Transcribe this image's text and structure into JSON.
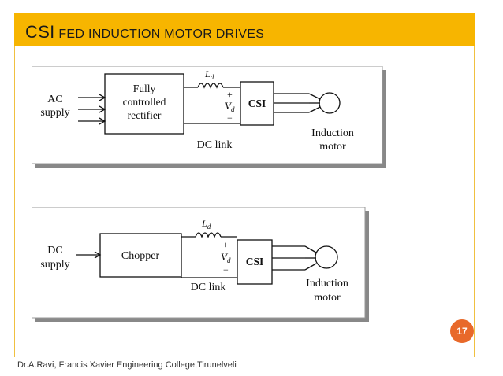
{
  "slide": {
    "title_part1": "CSI",
    "title_part2": "FED INDUCTION MOTOR DRIVES",
    "page_number": "17",
    "footer": "Dr.A.Ravi, Francis Xavier Engineering College,Tirunelveli",
    "accent_color": "#f7b500",
    "badge_color": "#e8692a"
  },
  "diagram_a": {
    "source_line1": "AC",
    "source_line2": "supply",
    "converter_line1": "Fully",
    "converter_line2": "controlled",
    "converter_line3": "rectifier",
    "inductor_label": "L",
    "inductor_sub": "d",
    "plus": "+",
    "minus": "−",
    "voltage_label": "V",
    "voltage_sub": "d",
    "inverter_label": "CSI",
    "link_label": "DC link",
    "motor_line1": "Induction",
    "motor_line2": "motor"
  },
  "diagram_b": {
    "source_line1": "DC",
    "source_line2": "supply",
    "converter_line1": "Chopper",
    "inductor_label": "L",
    "inductor_sub": "d",
    "plus": "+",
    "minus": "−",
    "voltage_label": "V",
    "voltage_sub": "d",
    "inverter_label": "CSI",
    "link_label": "DC link",
    "motor_line1": "Induction",
    "motor_line2": "motor"
  }
}
